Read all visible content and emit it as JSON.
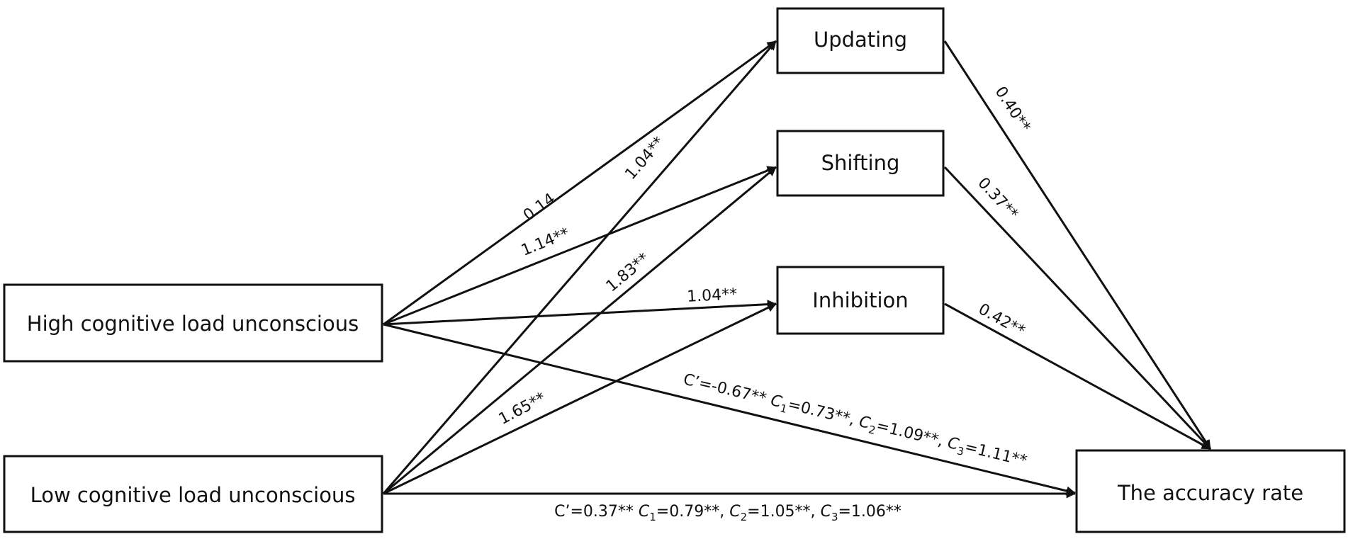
{
  "nodes": {
    "updating": "Updating",
    "shifting": "Shifting",
    "inhibition": "Inhibition",
    "high": "High cognitive load unconscious",
    "low": "Low cognitive load unconscious",
    "outcome": "The accuracy rate"
  },
  "paths": {
    "high_updating": "0.14",
    "low_updating": "1.04**",
    "high_shifting": "1.14**",
    "low_shifting": "1.83**",
    "high_inhibition": "1.04**",
    "low_inhibition": "1.65**",
    "updating_outcome": "0.40**",
    "shifting_outcome": "0.37**",
    "inhibition_outcome": "0.42**"
  },
  "direct_effects": {
    "high": {
      "c_prime": "C’=-0.67**",
      "c1_sym": "C",
      "c1_sub": "1",
      "c1_val": "=0.73**,",
      "c2_sym": "C",
      "c2_sub": "2",
      "c2_val": "=1.09**,",
      "c3_sym": "C",
      "c3_sub": "3",
      "c3_val": "=1.11**"
    },
    "low": {
      "c_prime": "C’=0.37**",
      "c1_sym": "C",
      "c1_sub": "1",
      "c1_val": "=0.79**,",
      "c2_sym": "C",
      "c2_sub": "2",
      "c2_val": "=1.05**,",
      "c3_sym": "C",
      "c3_sub": "3",
      "c3_val": "=1.06**"
    }
  }
}
